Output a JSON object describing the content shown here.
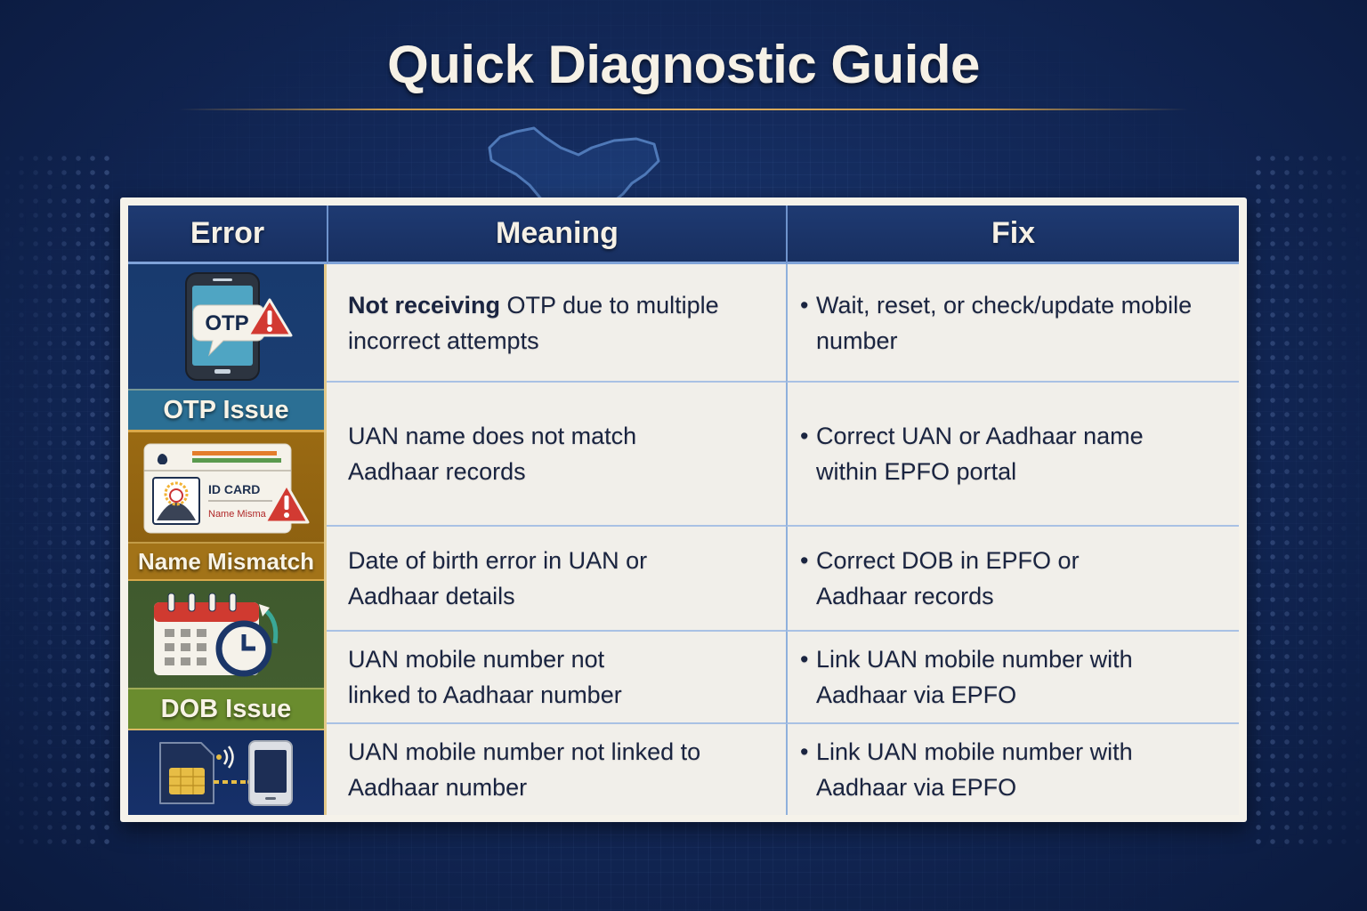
{
  "title": "Quick Diagnostic Guide",
  "colors": {
    "background": "#13295a",
    "header": "#1e3a72",
    "accent_gold": "#c99a4a",
    "otp": "#2b6f94",
    "name_mismatch": "#a27318",
    "dob": "#6a8c2e",
    "sim": "#16306a",
    "alert_red": "#d23a32"
  },
  "table": {
    "headers": [
      "Error",
      "Meaning",
      "Fix"
    ],
    "errors": [
      {
        "label": "OTP Issue",
        "icon": "phone-otp-alert-icon",
        "icon_text": "OTP"
      },
      {
        "label": "Name Mismatch",
        "icon": "id-card-alert-icon",
        "icon_text": "ID CARD",
        "icon_subtext": "Name Misma"
      },
      {
        "label": "DOB Issue",
        "icon": "calendar-clock-icon"
      },
      {
        "label": "",
        "icon": "sim-to-phone-icon"
      }
    ],
    "rows": [
      {
        "meaning_bold": "Not receiving",
        "meaning": " OTP due to multiple incorrect attempts",
        "fix": "Wait, reset, or check/update mobile number"
      },
      {
        "meaning_bold": "",
        "meaning": "UAN name does not match Aadhaar records",
        "fix": "Correct UAN or Aadhaar name within EPFO portal"
      },
      {
        "meaning_bold": "",
        "meaning": "Date of birth error in UAN or Aadhaar details",
        "fix": "Correct DOB in EPFO or Aadhaar records"
      },
      {
        "meaning_bold": "",
        "meaning": "UAN mobile number not linked to Aadhaar number",
        "fix": "Link UAN mobile number with Aadhaar via EPFO"
      },
      {
        "meaning_bold": "",
        "meaning": "UAN mobile number not linked to Aadhaar number",
        "fix": "Link UAN mobile number with Aadhaar via EPFO"
      }
    ],
    "bullet": "•"
  }
}
